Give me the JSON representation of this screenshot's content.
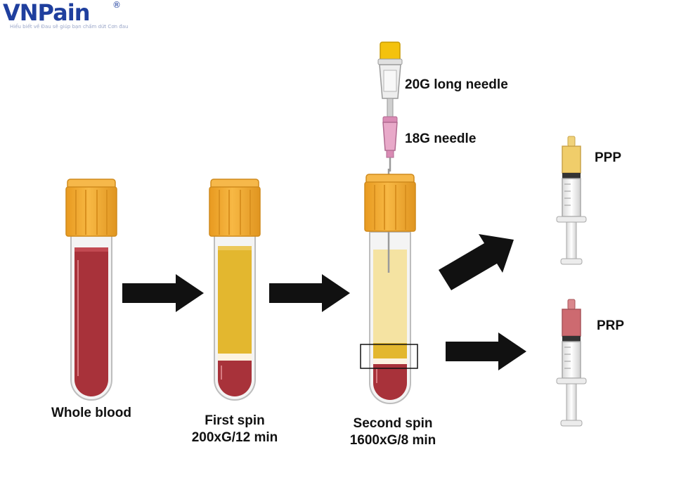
{
  "logo": {
    "name": "VNPain",
    "registered": "®",
    "tagline": "Hiểu biết về Đau sẽ giúp bạn chấm dứt Cơn đau"
  },
  "tubes": [
    {
      "label_line1": "Whole blood",
      "label_line2": ""
    },
    {
      "label_line1": "First spin",
      "label_line2": "200xG/12 min"
    },
    {
      "label_line1": "Second spin",
      "label_line2": "1600xG/8 min"
    }
  ],
  "needles": {
    "long_needle": "20G long needle",
    "short_needle": "18G needle"
  },
  "syringes": {
    "top": "PPP",
    "bottom": "PRP"
  },
  "colors": {
    "cap": "#f0a830",
    "blood": "#a8323a",
    "plasma_dark": "#e3b72f",
    "plasma_light": "#f5e3a2",
    "buffy_coat": "#fdf3e0",
    "arrow": "#111111",
    "needle_hub_yellow": "#f4c20d",
    "needle_hub_pink": "#e8a9c9",
    "logo_blue": "#1f3f9e"
  }
}
